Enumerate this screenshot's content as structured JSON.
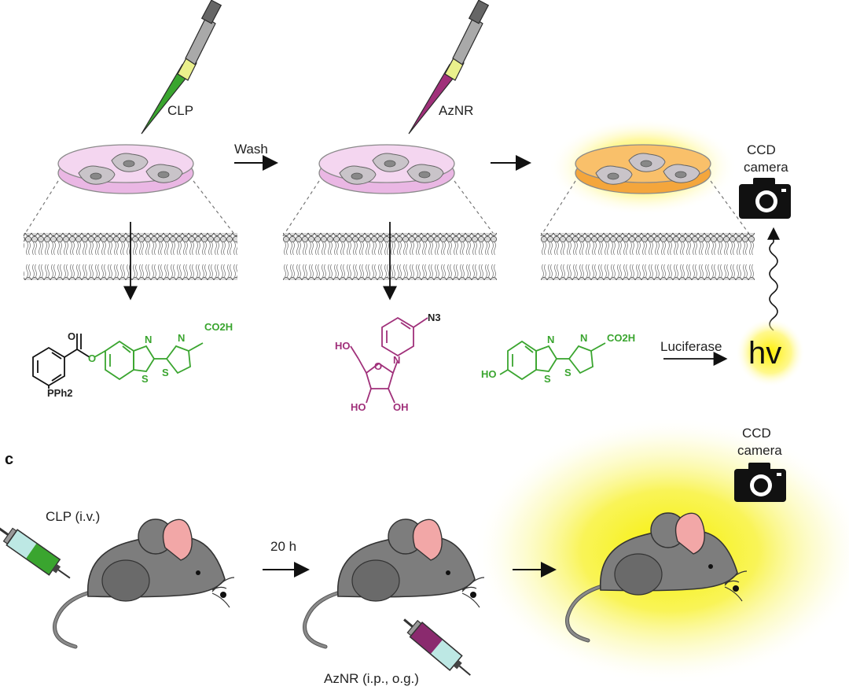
{
  "labels": {
    "clp": "CLP",
    "wash": "Wash",
    "aznr": "AzNR",
    "ccd_top_1": "CCD",
    "ccd_top_2": "camera",
    "luciferase": "Luciferase",
    "hv": "hv",
    "panel_c": "c",
    "ccd_bot_1": "CCD",
    "ccd_bot_2": "camera",
    "clp_iv": "CLP (i.v.)",
    "time_20h": "20 h",
    "aznr_route": "AzNR (i.p., o.g.)"
  },
  "chem": {
    "n": "N",
    "s": "S",
    "o": "O",
    "co2h": "CO2H",
    "pph2": "PPh2",
    "ho": "HO",
    "oh": "OH",
    "n3": "N3"
  },
  "colors": {
    "green": "#3aa52f",
    "magenta": "#a0307a",
    "glow": "#f7f000",
    "mouse": "#7d7d7d",
    "dish": "#eab7e4"
  }
}
